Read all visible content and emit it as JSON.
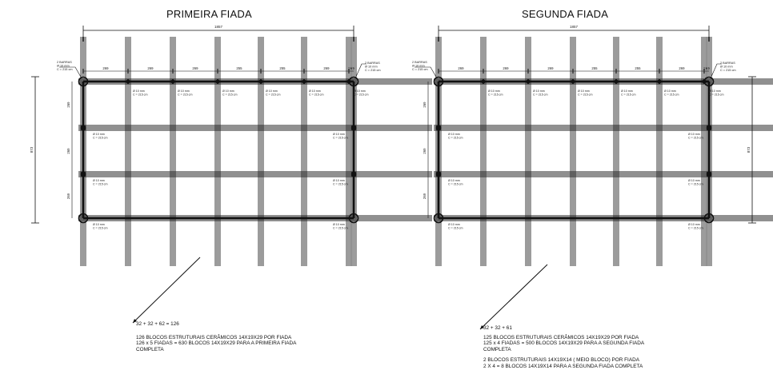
{
  "drawings": [
    {
      "title": "PRIMEIRA FIADA",
      "overall_width": "1857",
      "overall_height": "873",
      "top_spans": [
        "269",
        "269",
        "269",
        "255",
        "255",
        "269",
        "269"
      ],
      "side_spans": [
        "269",
        "269",
        "269"
      ],
      "corner_label_left": [
        "2 BARRAS",
        "Ø 10 mm",
        "C = 215 cm"
      ],
      "corner_label_right": [
        "2 BARRAS",
        "Ø 10 mm",
        "C = 215 cm"
      ],
      "rebar_labels": [
        [
          "2 BARRAS",
          "Ø 10 mm",
          "C = 215 cm"
        ],
        [
          "Ø 10 mm",
          "C = 215 cm"
        ]
      ],
      "sum": "32 + 32 + 62 = 126",
      "notes": [
        "126 BLOCOS ESTRUTURAIS CERÂMICOS 14X19X29 POR FIADA",
        "126 x 5 FIADAS = 630 BLOCOS 14X19X29 PARA A PRIMEIRA FIADA",
        "COMPLETA"
      ]
    },
    {
      "title": "SEGUNDA FIADA",
      "overall_width": "1857",
      "overall_height": "873",
      "top_spans": [
        "269",
        "269",
        "269",
        "255",
        "255",
        "269",
        "269"
      ],
      "side_spans": [
        "269",
        "269",
        "269"
      ],
      "corner_label_left": [
        "2 BARRAS",
        "Ø 10 mm",
        "C = 215 cm"
      ],
      "corner_label_right": [
        "2 BARRAS",
        "Ø 10 mm",
        "C = 215 cm"
      ],
      "rebar_labels": [
        [
          "2 BARRAS",
          "Ø 10 mm",
          "C = 215 cm"
        ],
        [
          "Ø 10 mm",
          "C = 215 cm"
        ]
      ],
      "sum": "32 + 32 + 61",
      "notes": [
        "125 BLOCOS ESTRUTURAIS  CERÂMICOS 14X19X29 POR FIADA",
        "125 x 4 FIADAS = 500 BLOCOS 14X19X29 PARA A SEGUNDA FIADA",
        "COMPLETA",
        "",
        "2 BLOCOS ESTRUTURAIS 14X19X14  ( MEIO BLOCO)  POR FIADA",
        "2 X 4 = 8 BLOCOS 14X19X14 PARA A SEGUNDA FIADA COMPLETA"
      ]
    }
  ]
}
